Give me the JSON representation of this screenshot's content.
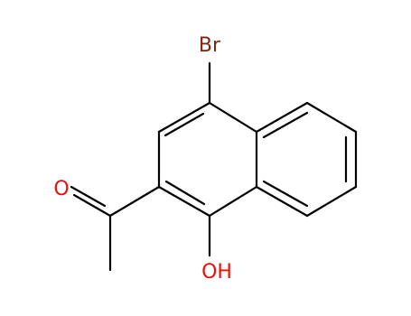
{
  "molecule": {
    "labels": {
      "bromine": "Br",
      "carbonyl_oxygen": "O",
      "hydroxyl": "OH"
    },
    "colors": {
      "bond": "#000000",
      "bromine": "#7a2a12",
      "oxygen": "#e8120c"
    }
  }
}
